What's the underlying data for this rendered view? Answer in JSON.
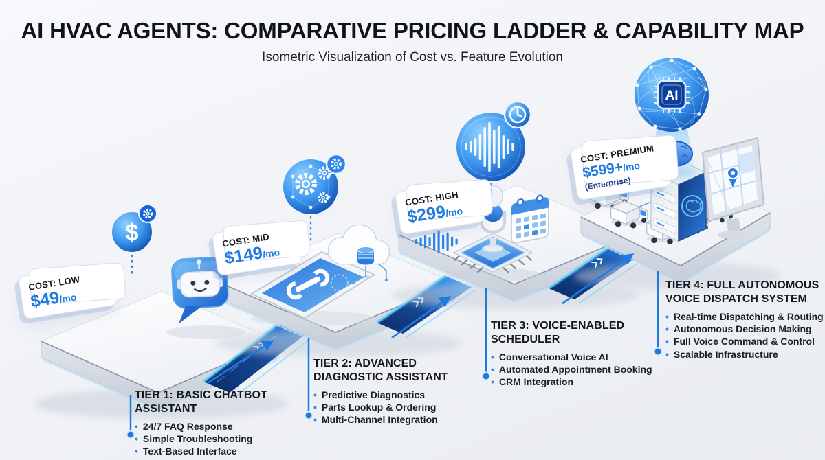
{
  "title": "AI HVAC AGENTS:  COMPARATIVE PRICING LADDER & CAPABILITY MAP",
  "subtitle": "Isometric Visualization of Cost vs. Feature Evolution",
  "bullet": "•",
  "colors": {
    "accent_blue": "#1f7ae0",
    "deep_navy_ribbon": "#0c2a66",
    "glow_cyan": "#5ad0ff",
    "text_dark": "#14171c",
    "platform_white": "#fbfcfe"
  },
  "tiers": [
    {
      "tier": "1",
      "cost_level": "COST: LOW",
      "price_amount": "$49",
      "price_suffix": "/mo",
      "price_note": "",
      "heading": "TIER 1: BASIC CHATBOT ASSISTANT",
      "features": [
        "24/7 FAQ Response",
        "Simple Troubleshooting",
        "Text-Based Interface"
      ],
      "main_icon": "chatbot-speech-bubble",
      "sphere_icon": "dollar-sphere-with-gear-badge"
    },
    {
      "tier": "2",
      "cost_level": "COST: MID",
      "price_amount": "$149",
      "price_suffix": "/mo",
      "price_note": "",
      "heading": "TIER 2: ADVANCED DIAGNOSTIC ASSISTANT",
      "features": [
        "Predictive Diagnostics",
        "Parts Lookup & Ordering",
        "Multi-Channel Integration"
      ],
      "main_icon": "diagnostic-tablet-with-cloud-database",
      "sphere_icon": "gears-sphere-with-gear-badge"
    },
    {
      "tier": "3",
      "cost_level": "COST: HIGH",
      "price_amount": "$299",
      "price_suffix": "/mo",
      "price_note": "",
      "heading": "TIER 3: VOICE-ENABLED SCHEDULER",
      "features": [
        "Conversational Voice AI",
        "Automated Appointment Booking",
        "CRM Integration"
      ],
      "main_icon": "microphone-on-chip-with-calendar",
      "sphere_icon": "soundwave-sphere-with-clock-badge"
    },
    {
      "tier": "4",
      "cost_level": "COST: PREMIUM",
      "price_amount": "$599+",
      "price_suffix": "/mo",
      "price_note": "(Enterprise)",
      "heading": "TIER 4: FULL AUTONOMOUS VOICE DISPATCH SYSTEM",
      "features": [
        "Real-time Dispatching & Routing",
        "Autonomous Decision Making",
        "Full Voice Command & Control",
        "Scalable Infrastructure"
      ],
      "main_icon": "server-brain-monitor-fleet",
      "sphere_icon": "ai-network-sphere"
    }
  ]
}
